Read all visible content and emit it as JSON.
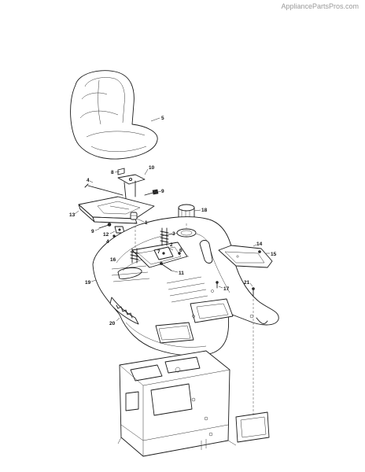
{
  "watermark": "AppliancePartsPros.com",
  "callouts": [
    {
      "id": "seat",
      "label": "5"
    },
    {
      "id": "bracket-top",
      "label": "10"
    },
    {
      "id": "spring-small",
      "label": "8"
    },
    {
      "id": "rod",
      "label": "4"
    },
    {
      "id": "bolt-right",
      "label": "9"
    },
    {
      "id": "plate",
      "label": "13"
    },
    {
      "id": "knob-small",
      "label": "1"
    },
    {
      "id": "bolt-left",
      "label": "9"
    },
    {
      "id": "clip",
      "label": "12"
    },
    {
      "id": "pin",
      "label": "4"
    },
    {
      "id": "fuel-cap",
      "label": "18"
    },
    {
      "id": "pan-springs",
      "label": "3"
    },
    {
      "id": "pan-plate",
      "label": "2"
    },
    {
      "id": "pan-6",
      "label": "6"
    },
    {
      "id": "pan-7",
      "label": "7"
    },
    {
      "id": "pan-bolt",
      "label": "11"
    },
    {
      "id": "pan-16",
      "label": "16"
    },
    {
      "id": "body",
      "label": "19"
    },
    {
      "id": "bumper",
      "label": "20"
    },
    {
      "id": "side-panel",
      "label": "14"
    },
    {
      "id": "panel-screw",
      "label": "15"
    },
    {
      "id": "screw-21",
      "label": "21"
    },
    {
      "id": "screw-17",
      "label": "17"
    }
  ]
}
